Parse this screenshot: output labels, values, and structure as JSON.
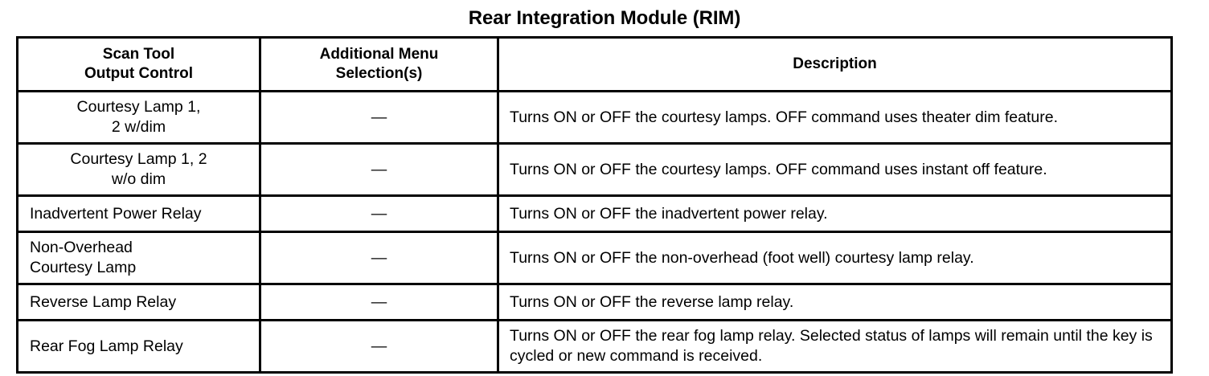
{
  "page": {
    "title": "Rear Integration Module (RIM)",
    "background_color": "#ffffff",
    "text_color": "#000000"
  },
  "table": {
    "headers": [
      {
        "line1": "Scan Tool",
        "line2": "Output Control"
      },
      {
        "line1": "Additional Menu",
        "line2": "Selection(s)"
      },
      {
        "line1": "Description",
        "line2": ""
      }
    ],
    "rows": [
      {
        "control_line1": "Courtesy Lamp 1,",
        "control_line2": "2 w/dim",
        "menu": "—",
        "description": "Turns ON or OFF the courtesy lamps. OFF command uses theater dim feature."
      },
      {
        "control_line1": "Courtesy Lamp 1, 2",
        "control_line2": "w/o dim",
        "menu": "—",
        "description": "Turns ON or OFF the courtesy lamps. OFF command uses instant off feature."
      },
      {
        "control_line1": "Inadvertent Power Relay",
        "control_line2": "",
        "menu": "—",
        "description": "Turns ON or OFF the inadvertent power relay."
      },
      {
        "control_line1": "Non-Overhead",
        "control_line2": "Courtesy Lamp",
        "menu": "—",
        "description": "Turns ON or OFF the non-overhead (foot well) courtesy lamp relay."
      },
      {
        "control_line1": "Reverse Lamp Relay",
        "control_line2": "",
        "menu": "—",
        "description": "Turns ON or OFF the reverse lamp relay."
      },
      {
        "control_line1": "Rear Fog Lamp Relay",
        "control_line2": "",
        "menu": "—",
        "description": "Turns ON or OFF the rear fog lamp relay. Selected status of lamps will remain until the key is cycled or new command is received."
      }
    ]
  }
}
